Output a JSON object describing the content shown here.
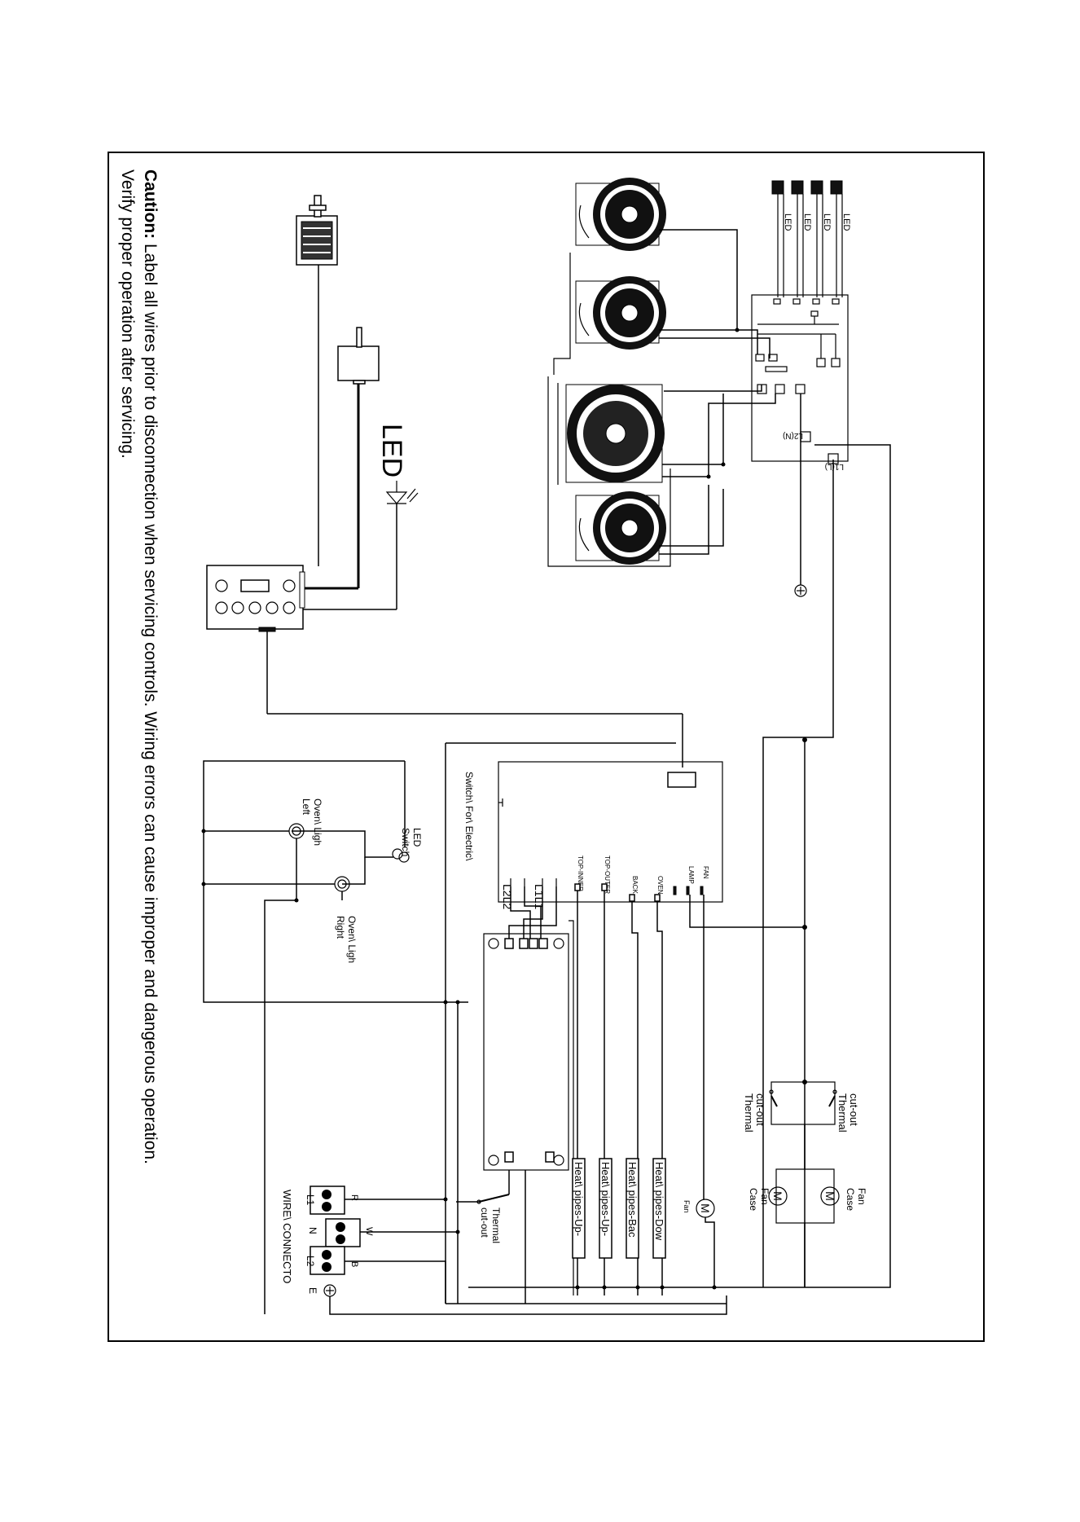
{
  "caution": {
    "bold": "Caution:",
    "line1": " Label all wires prior to disconnection when servicing controls. Wiring errors can cause improper and dangerous operation.",
    "line2": "Verify proper operation after servicing."
  },
  "labels": {
    "led_big": "LED",
    "led_small": [
      "LED",
      "LED",
      "LED",
      "LED"
    ],
    "l2n": "L2(N)",
    "l1l": "L1(L)",
    "switch_for_electric": "Switch\\ For\\ Electric\\",
    "led_switch": [
      "LED",
      "Switch"
    ],
    "oven_light_left": [
      "Oven\\ Ligh",
      "Left"
    ],
    "oven_light_right": [
      "Oven\\ Ligh",
      "Right"
    ],
    "board_l2l2": "L2L2",
    "board_l1l1": "L1L1",
    "board_outputs": [
      "TOP-INNER",
      "TOP-OUTER",
      "BACK",
      "OVEN",
      "LAMP",
      "FAN"
    ],
    "thermal_top": [
      "Thermal",
      "cut-out"
    ],
    "thermal_bottom": [
      "Thermal",
      "cut-out"
    ],
    "thermal_lower": [
      "Thermal",
      "cut-out"
    ],
    "case_fan_top": [
      "Case",
      "Fan"
    ],
    "case_fan_bottom": [
      "Case",
      "Fan"
    ],
    "fan_motor": "Fan",
    "motor_symbol": "M",
    "heat_pipes": [
      "Heat\\ pipes-Up-",
      "Heat\\ pipes-Up-",
      "Heat\\ pipes-Bac",
      "Heat\\ pipes-Dow"
    ],
    "terminal_letters": [
      "R",
      "W",
      "B"
    ],
    "terminal_lines": [
      "L1",
      "N",
      "L2",
      "E"
    ],
    "wire_connector": "WIRE\\ CONNECTO"
  }
}
